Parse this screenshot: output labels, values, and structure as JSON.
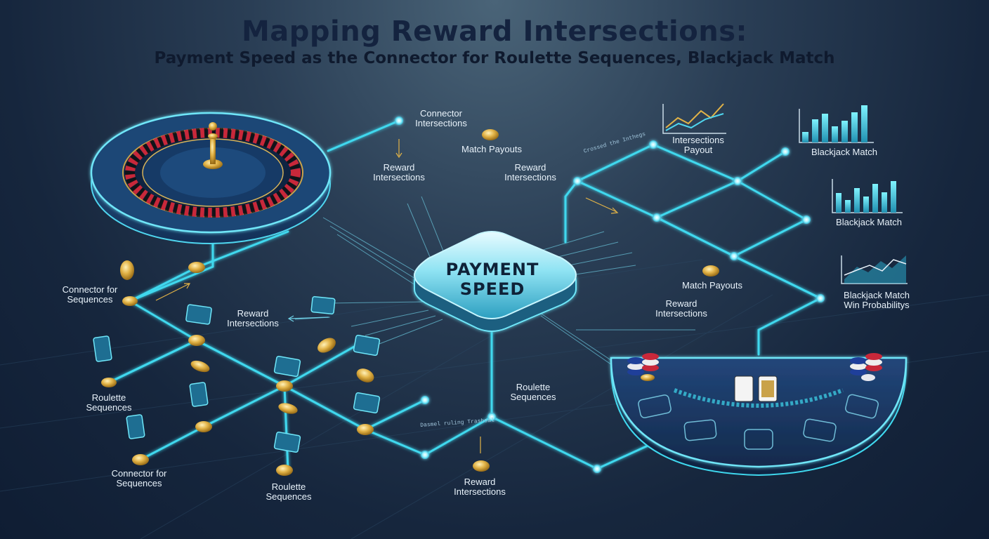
{
  "title": "Mapping Reward Intersections:",
  "subtitle": "Payment Speed as the Connector for Roulette Sequences, Blackjack Match",
  "hub": {
    "line1": "PAYMENT",
    "line2": "SPEED"
  },
  "labels": {
    "connector_intersections": {
      "l1": "Connector",
      "l2": "Intersections"
    },
    "match_payouts_top": {
      "l1": "Match Payouts"
    },
    "reward_intersections_a": {
      "l1": "Reward",
      "l2": "Intersections"
    },
    "reward_intersections_b": {
      "l1": "Reward",
      "l2": "Intersections"
    },
    "intersections_payout": {
      "l1": "Intersections",
      "l2": "Payout"
    },
    "blackjack_match_1": {
      "l1": "Blackjack Match"
    },
    "blackjack_match_2": {
      "l1": "Blackjack Match"
    },
    "blackjack_win_prob": {
      "l1": "Blackjack Match",
      "l2": "Win Probabilitys"
    },
    "connector_sequences_1": {
      "l1": "Connector for",
      "l2": "Sequences"
    },
    "reward_intersections_c": {
      "l1": "Reward",
      "l2": "Intersections"
    },
    "match_payouts_right": {
      "l1": "Match Payouts"
    },
    "reward_intersections_d": {
      "l1": "Reward",
      "l2": "Intersections"
    },
    "roulette_sequences_1": {
      "l1": "Roulette",
      "l2": "Sequences"
    },
    "roulette_sequences_center": {
      "l1": "Roulette",
      "l2": "Sequences"
    },
    "connector_sequences_2": {
      "l1": "Connector for",
      "l2": "Sequences"
    },
    "roulette_sequences_2": {
      "l1": "Roulette",
      "l2": "Sequences"
    },
    "reward_intersections_e": {
      "l1": "Reward",
      "l2": "Intersections"
    }
  },
  "tiny_text": {
    "top": "Crossed the Inthegs",
    "bottom": "Dasmel ruling Trashsal"
  },
  "colors": {
    "line": "#3fd8ee",
    "node": "#9ff3ff",
    "coin": "#e2b347",
    "roulette_red": "#c8283a",
    "table": "#1d3c66"
  }
}
